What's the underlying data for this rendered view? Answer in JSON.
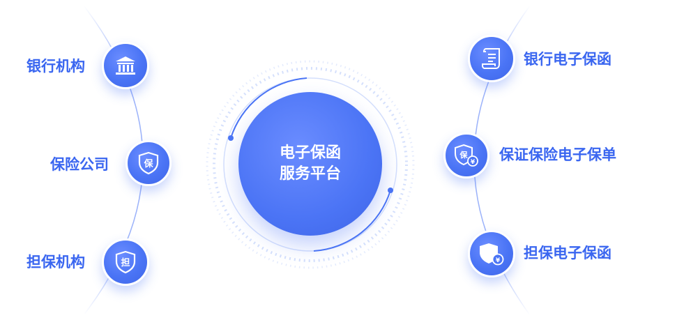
{
  "center": {
    "line1": "电子保函",
    "line2": "服务平台"
  },
  "left_nodes": [
    {
      "label": "银行机构",
      "icon": "bank-icon"
    },
    {
      "label": "保险公司",
      "icon": "shield-bao-icon",
      "icon_text": "保"
    },
    {
      "label": "担保机构",
      "icon": "shield-dan-icon",
      "icon_text": "担"
    }
  ],
  "right_nodes": [
    {
      "label": "银行电子保函",
      "icon": "scroll-document-icon"
    },
    {
      "label": "保证保险电子保单",
      "icon": "shield-bao-yen-icon",
      "icon_text": "保",
      "badge_text": "¥"
    },
    {
      "label": "担保电子保函",
      "icon": "shield-yen-icon",
      "badge_text": "¥"
    }
  ],
  "colors": {
    "primary": "#4a74f5",
    "label": "#3a66f0",
    "line": "#c5d3fb",
    "ring": "#dde6fd"
  }
}
